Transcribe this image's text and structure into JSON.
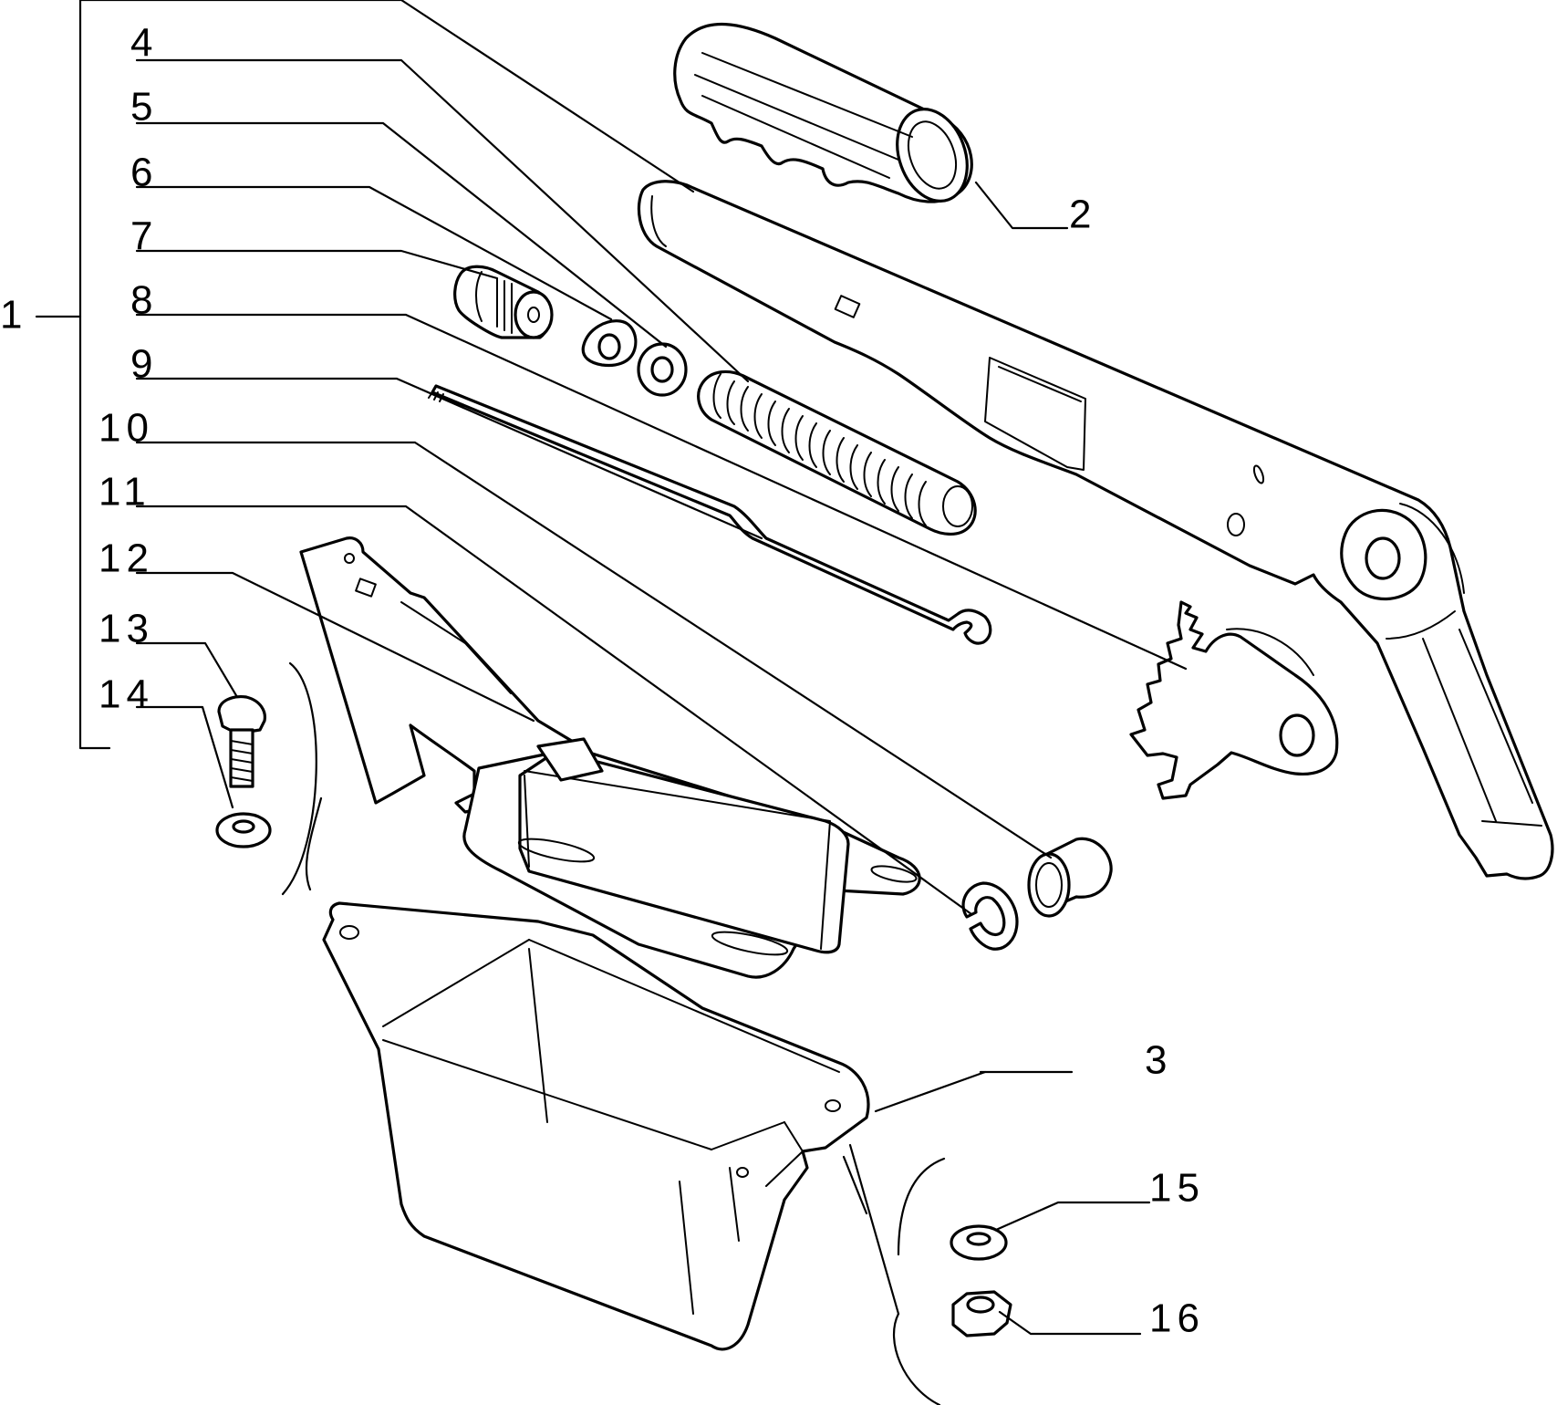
{
  "diagram": {
    "callouts": [
      {
        "id": "1",
        "text": "1"
      },
      {
        "id": "2",
        "text": "2"
      },
      {
        "id": "3",
        "text": "3"
      },
      {
        "id": "4",
        "text": "4"
      },
      {
        "id": "5",
        "text": "5"
      },
      {
        "id": "6",
        "text": "6"
      },
      {
        "id": "7",
        "text": "7"
      },
      {
        "id": "8",
        "text": "8"
      },
      {
        "id": "9",
        "text": "9"
      },
      {
        "id": "10",
        "text": "10"
      },
      {
        "id": "11",
        "text": "11"
      },
      {
        "id": "12",
        "text": "12"
      },
      {
        "id": "13",
        "text": "13"
      },
      {
        "id": "14",
        "text": "14"
      },
      {
        "id": "15",
        "text": "15"
      },
      {
        "id": "16",
        "text": "16"
      }
    ],
    "ink_color": "#000000",
    "paper_color": "#ffffff"
  }
}
